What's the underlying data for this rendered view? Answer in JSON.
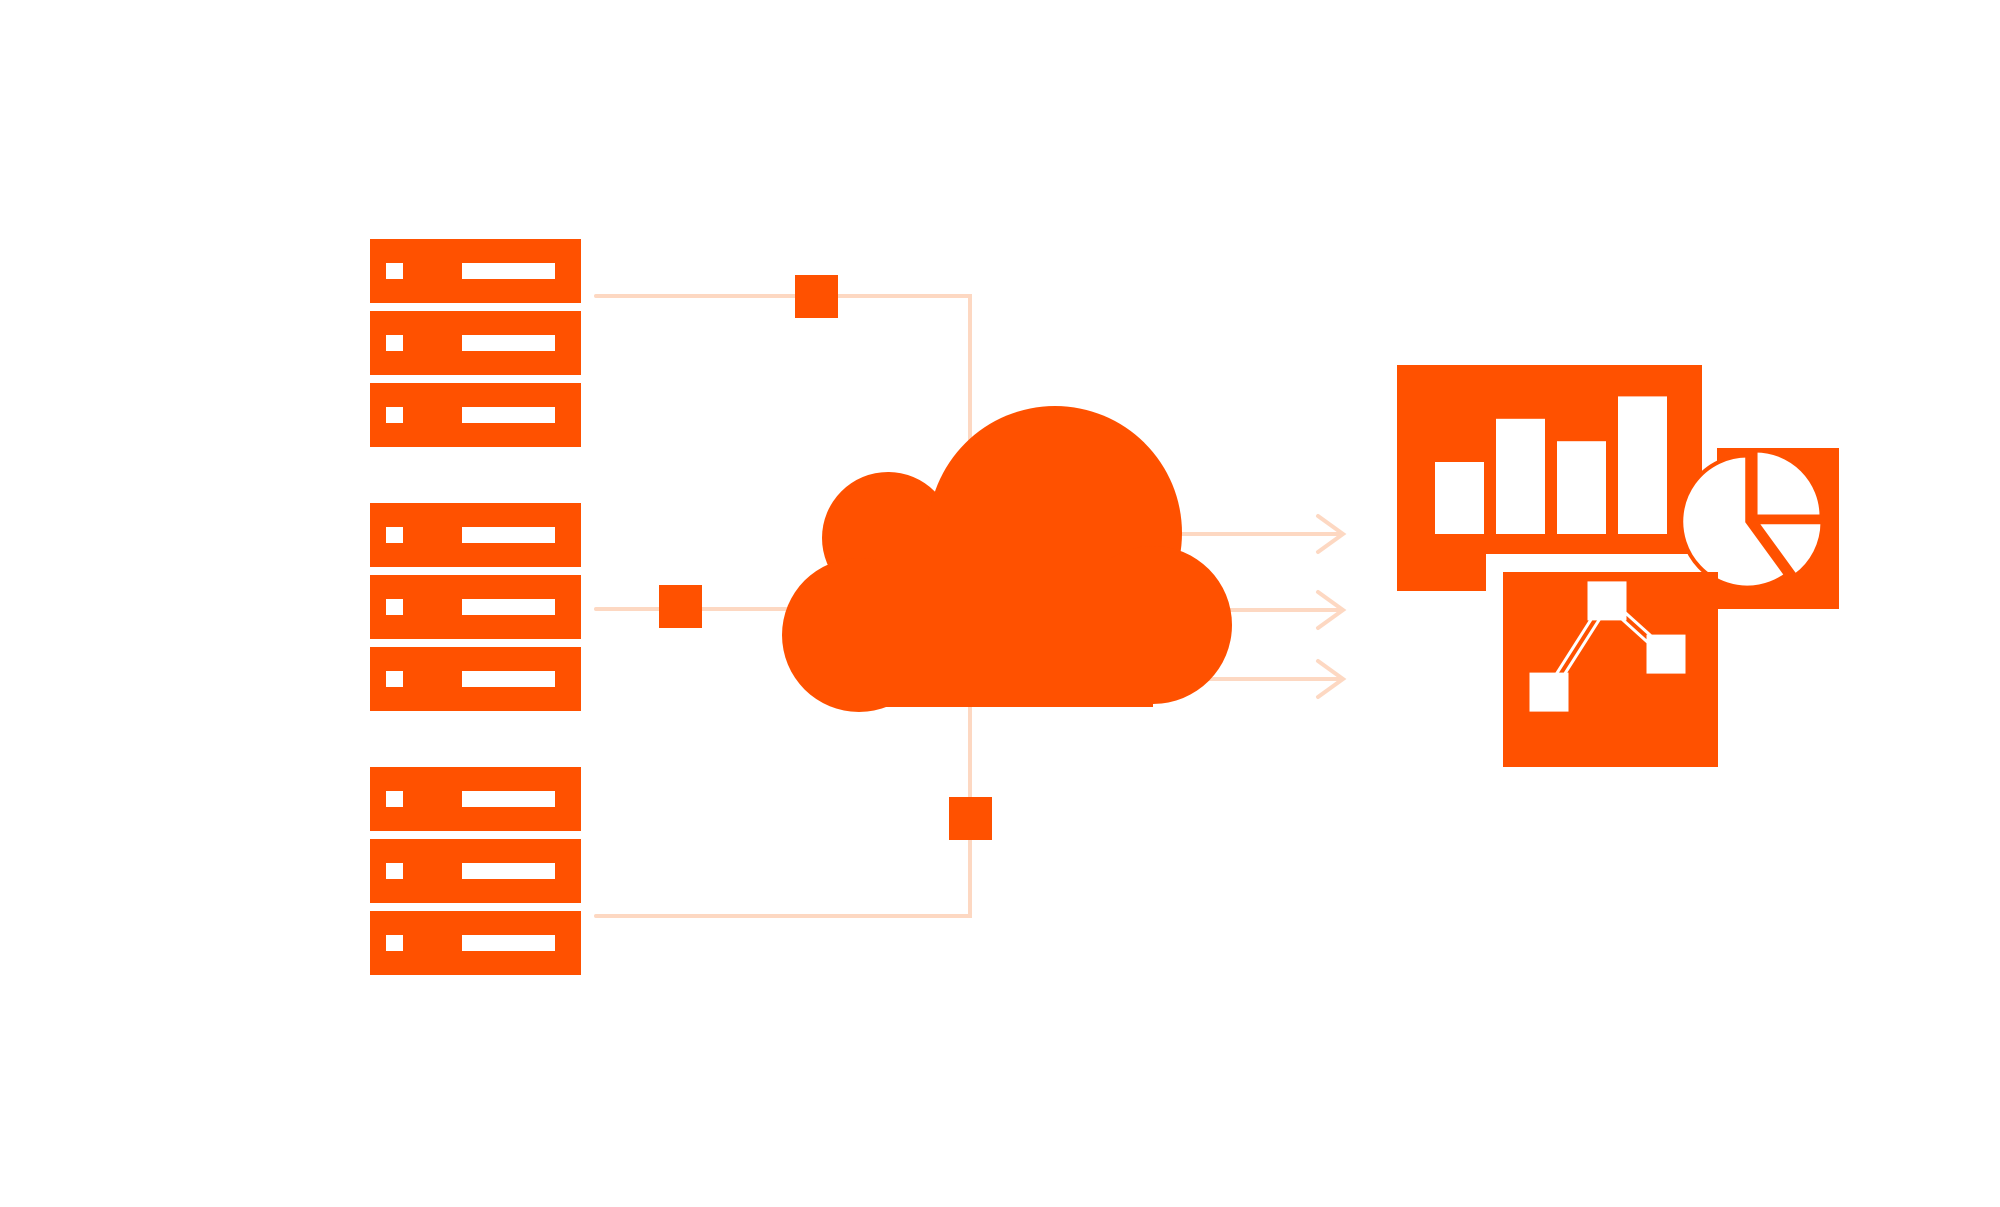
{
  "colors": {
    "accent": "#ff5100",
    "connector": "#fdd8c2",
    "background": "#ffffff",
    "inner": "#ffffff"
  },
  "server_groups": [
    {
      "name": "server-rack-top",
      "units": 3
    },
    {
      "name": "server-rack-middle",
      "units": 3
    },
    {
      "name": "server-rack-bottom",
      "units": 3
    }
  ],
  "icons": {
    "cloud": "cloud-icon",
    "bar_chart": "bar-chart-icon",
    "pie_chart": "pie-chart-icon",
    "line_chart": "line-chart-icon",
    "data_packet": "data-packet-icon",
    "arrow": "arrow-right-icon"
  },
  "bar_chart": {
    "values": [
      0.45,
      0.72,
      0.58,
      0.86
    ]
  },
  "pie_chart": {
    "slices": [
      0.25,
      0.15,
      0.6
    ]
  },
  "line_chart": {
    "points": [
      0.2,
      0.8,
      0.45
    ]
  }
}
